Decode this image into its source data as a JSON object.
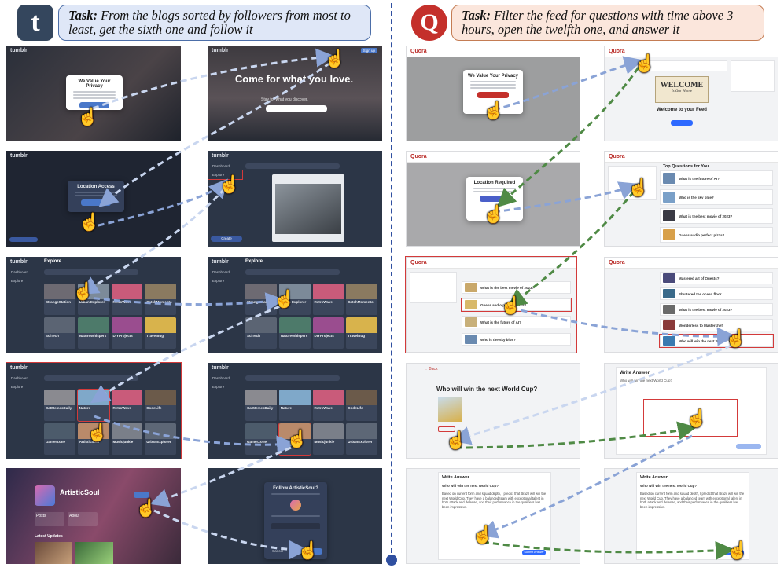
{
  "left": {
    "logo": "t",
    "task_label": "Task:",
    "task_text": "From the blogs sorted by followers from most to least, get the sixth one and follow it",
    "brand": "tumblr",
    "privacy_title": "We Value Your Privacy",
    "location_title": "Location Access",
    "hero_text": "Come for what you love.",
    "hero_sub": "Stay for what you discover.",
    "sign_up": "Sign up",
    "explore_title": "Explore",
    "nav_dashboard": "Dashboard",
    "nav_explore": "Explore",
    "create_button": "Create",
    "tiles_row1": [
      "StrangeStation",
      "Urban Explorer",
      "RetroWave",
      "CatchMomento"
    ],
    "tiles_row2": [
      "SciTech",
      "NatureWhispers",
      "DIYProjects",
      "TravelBug"
    ],
    "tiles_b_row1": [
      "CatMemesDaily",
      "Nature",
      "RetroWave",
      "CodeLife"
    ],
    "tiles_b_row2": [
      "GamerZone",
      "ArtisticSoul",
      "Musicjunkie",
      "UrbanExplorer"
    ],
    "profile_name": "ArtisticSoul",
    "profile_posts": "Posts",
    "profile_about": "About",
    "latest_updates": "Latest Updates",
    "follow_title": "Follow ArtisticSoul?",
    "cancel": "Cancel"
  },
  "right": {
    "logo": "Q",
    "task_label": "Task:",
    "task_text": "Filter the feed for questions with time above 3 hours, open the twelfth one, and answer it",
    "brand": "Quora",
    "privacy_title": "We Value Your Privacy",
    "location_title": "Location Required",
    "welcome_sign": "WELCOME",
    "welcome_sub": "Is Our Home",
    "welcome_feed": "Welcome to your Feed",
    "top_questions": "Top Questions for You",
    "questions_a": [
      "What is the future of AI?",
      "Who is the sky blue?",
      "What is the best movie of 2023?",
      "Guess audio perfect pizza?"
    ],
    "questions_b": [
      "Mastered art of Quests?",
      "Shuttered the ocean floor",
      "What is the best movie of 2023?",
      "Wonderless to Masterchef",
      "Who will win the next World Cup?"
    ],
    "question_title": "Who will win the next World Cup?",
    "back": "Back",
    "write_answer": "Write Answer",
    "submit_answer": "Submit Answer",
    "answer_text": "Based on current form and squad depth, I predict that Brazil will win the next World Cup. They have a balanced team with exceptional talent in both attack and defense, and their performance in the qualifiers has been impressive."
  },
  "colors": {
    "tumblr_bg": "#34465d",
    "quora_red": "#c4302b",
    "divider": "#2f4fa0",
    "arrow_blue": "#4a6cb3",
    "arrow_light": "#b9c8e8",
    "arrow_green": "#4f8a45"
  },
  "icons": {
    "cursor": "pointing-hand-icon"
  }
}
